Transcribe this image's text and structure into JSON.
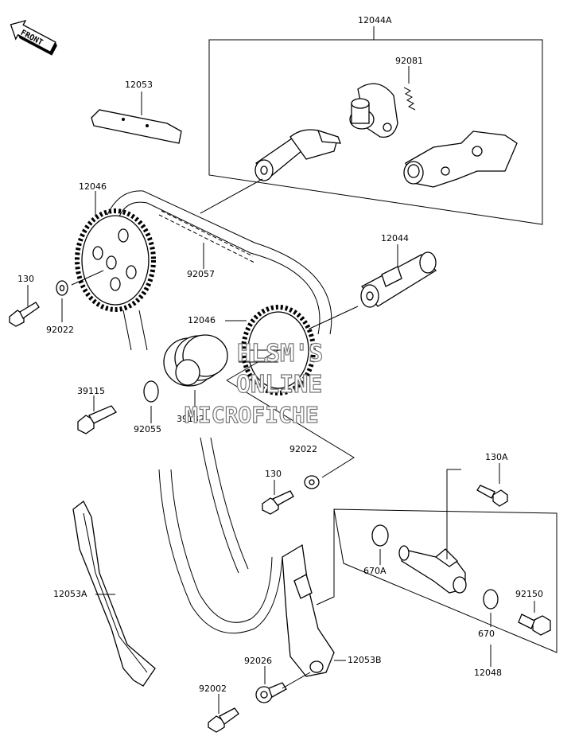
{
  "orientation": {
    "label": "FRONT"
  },
  "watermark": {
    "line1": "HLSM'S",
    "line2": "ONLINE",
    "line3": "MICROFICHE",
    "color": "#777777"
  },
  "parts": [
    {
      "key": "p12044A",
      "number": "12044A"
    },
    {
      "key": "p92081",
      "number": "92081"
    },
    {
      "key": "p12053",
      "number": "12053"
    },
    {
      "key": "p12046a",
      "number": "12046"
    },
    {
      "key": "p12044",
      "number": "12044"
    },
    {
      "key": "p92057",
      "number": "92057"
    },
    {
      "key": "p130a",
      "number": "130"
    },
    {
      "key": "p92022a",
      "number": "92022"
    },
    {
      "key": "p12046b",
      "number": "12046"
    },
    {
      "key": "p39115",
      "number": "39115"
    },
    {
      "key": "p92055",
      "number": "92055"
    },
    {
      "key": "p39132",
      "number": "39132"
    },
    {
      "key": "p92022b",
      "number": "92022"
    },
    {
      "key": "p130b",
      "number": "130"
    },
    {
      "key": "p130A",
      "number": "130A"
    },
    {
      "key": "p12053A",
      "number": "12053A"
    },
    {
      "key": "p670A",
      "number": "670A"
    },
    {
      "key": "p92150",
      "number": "92150"
    },
    {
      "key": "p670",
      "number": "670"
    },
    {
      "key": "p12048",
      "number": "12048"
    },
    {
      "key": "p92026",
      "number": "92026"
    },
    {
      "key": "p12053B",
      "number": "12053B"
    },
    {
      "key": "p92002",
      "number": "92002"
    }
  ]
}
